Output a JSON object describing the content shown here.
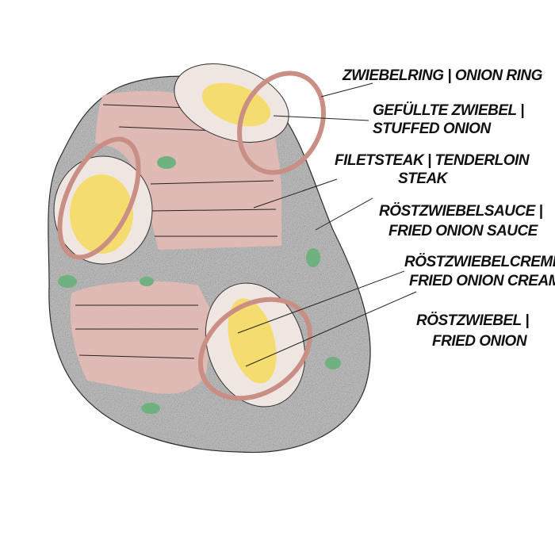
{
  "labels": {
    "onion_ring": "ZWIEBELRING | ONION RING",
    "stuffed_onion_1": "GEFÜLLTE ZWIEBEL |",
    "stuffed_onion_2": "STUFFED ONION",
    "tenderloin_1": "FILETSTEAK | TENDERLOIN",
    "tenderloin_2": "STEAK",
    "sauce_1": "RÖSTZWIEBELSAUCE |",
    "sauce_2": "FRIED ONION SAUCE",
    "cream_1": "RÖSTZWIEBELCREME |",
    "cream_2": "FRIED ONION CREAM",
    "fried_onion_1": "RÖSTZWIEBEL |",
    "fried_onion_2": "FRIED ONION"
  },
  "colors": {
    "plate": "#c9c9c9",
    "steak": "#e2b9b3",
    "onion_ring": "#c98f85",
    "onion_flesh": "#efe6e2",
    "cream": "#f5dc6e",
    "pea": "#6fb27f"
  }
}
